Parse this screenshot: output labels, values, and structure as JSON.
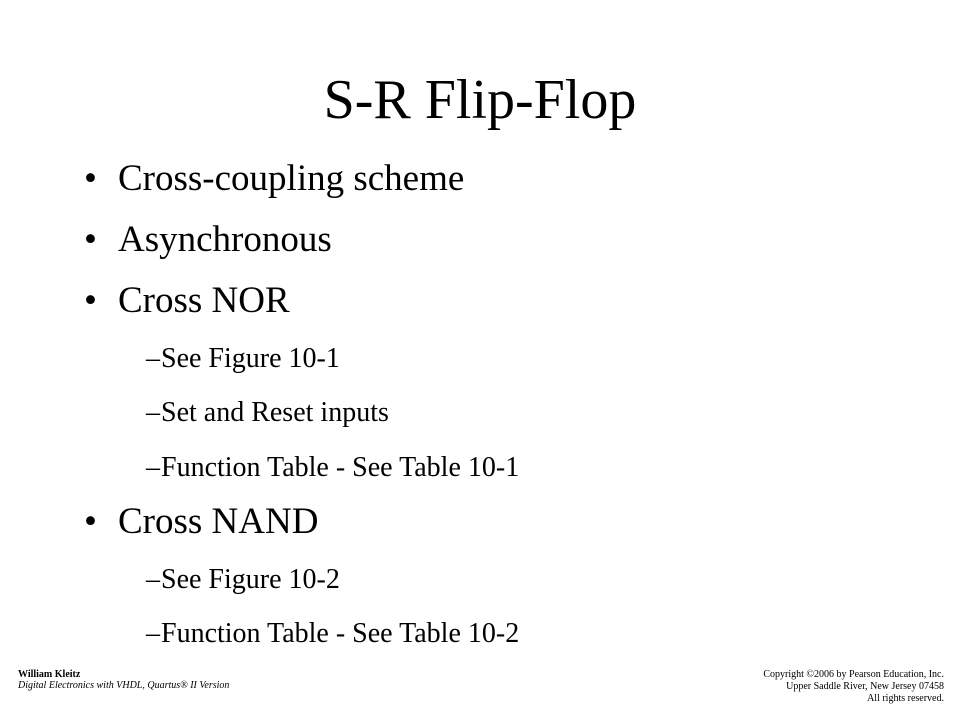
{
  "slide": {
    "title": "S-R Flip-Flop",
    "bullets": [
      {
        "marker": "•",
        "text": "Cross-coupling scheme"
      },
      {
        "marker": "•",
        "text": "Asynchronous"
      },
      {
        "marker": "•",
        "text": "Cross NOR"
      },
      {
        "marker": "–",
        "text": "See Figure 10-1"
      },
      {
        "marker": "–",
        "text": "Set and Reset inputs"
      },
      {
        "marker": "–",
        "text": "Function Table - See Table 10-1"
      },
      {
        "marker": "•",
        "text": "Cross NAND"
      },
      {
        "marker": "–",
        "text": "See Figure 10-2"
      },
      {
        "marker": "–",
        "text": "Function Table - See Table 10-2"
      }
    ]
  },
  "footer": {
    "author": "William Kleitz",
    "book": "Digital Electronics with VHDL, Quartus® II Version",
    "copyright_lines": [
      "Copyright ©2006 by Pearson Education, Inc.",
      "Upper Saddle River, New Jersey 07458",
      "All rights reserved."
    ]
  }
}
